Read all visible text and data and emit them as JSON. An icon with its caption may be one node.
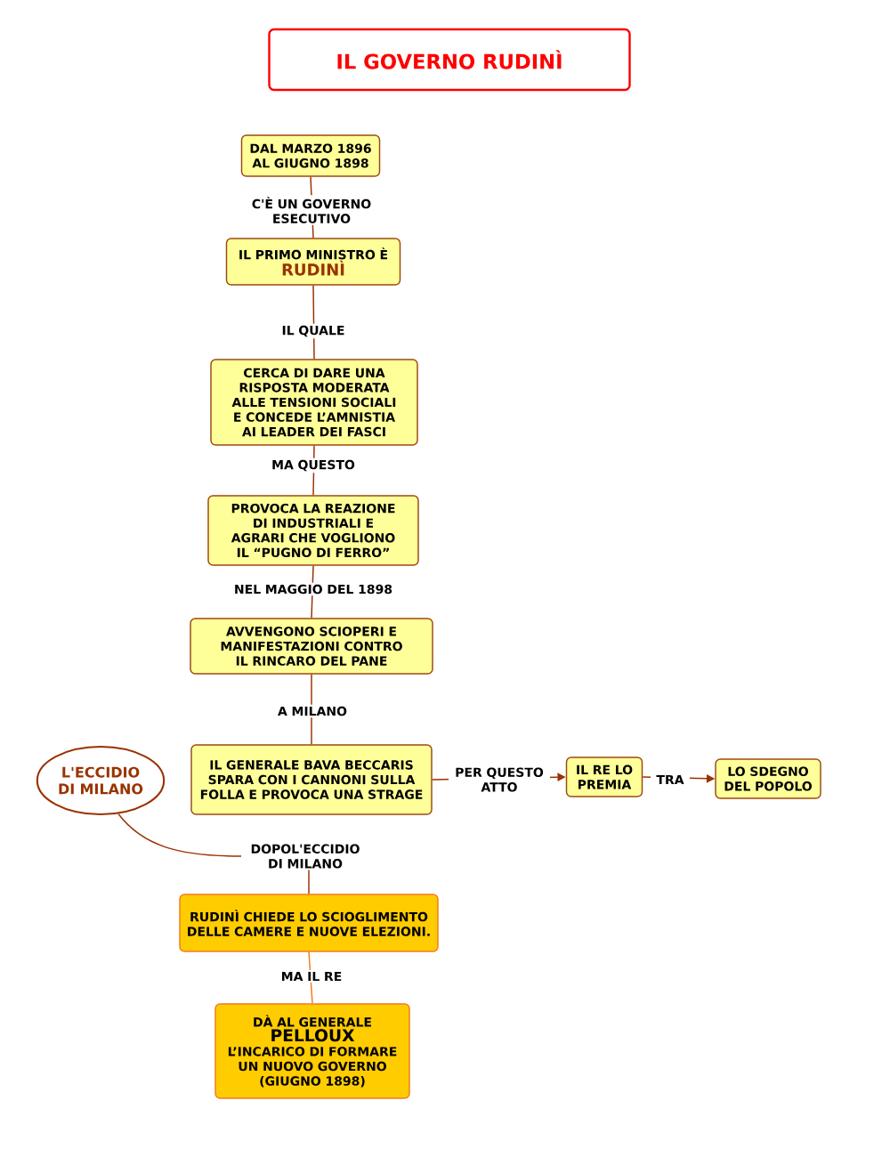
{
  "diagram": {
    "title": "IL GOVERNO RUDINÌ",
    "nodes": [
      {
        "text": [
          "DAL MARZO 1896 AL GIUGNO 1898"
        ]
      },
      {
        "text": [
          "IL PRIMO MINISTRO È",
          "RUDINÌ"
        ]
      },
      {
        "text": [
          "CERCA DI DARE UNA RISPOSTA MODERATA ALLE TENSIONI SOCIALI E CONCEDE L’AMNISTIA AI LEADER DEI FASCI"
        ]
      },
      {
        "text": [
          "PROVOCA LA REAZIONE DI INDUSTRIALI E AGRARI CHE VOGLIONO IL “PUGNO DI FERRO”"
        ]
      },
      {
        "text": [
          "AVVENGONO SCIOPERI E MANIFESTAZIONI CONTRO IL RINCARO DEL PANE"
        ]
      },
      {
        "text": [
          "IL GENERALE BAVA BECCARIS SPARA CON I CANNONI SULLA FOLLA E PROVOCA UNA STRAGE"
        ]
      },
      {
        "text": [
          "IL RE LO PREMIA"
        ]
      },
      {
        "text": [
          "LO SDEGNO DEL POPOLO"
        ]
      },
      {
        "text": [
          "L'ECCIDIO DI MILANO"
        ]
      },
      {
        "text": [
          "RUDINÌ CHIEDE LO SCIOGLIMENTO DELLE CAMERE E NUOVE ELEZIONI."
        ]
      },
      {
        "text": [
          "DÀ AL GENERALE",
          "PELLOUX",
          "L’INCARICO DI FORMARE UN NUOVO GOVERNO (GIUGNO 1898)"
        ]
      }
    ],
    "edges": [
      {
        "from": 0,
        "to": 1,
        "arrow": "none",
        "label": "C'È UN GOVERNO ESECUTIVO"
      },
      {
        "from": 1,
        "to": 2,
        "arrow": "none",
        "label": "IL QUALE"
      },
      {
        "from": 2,
        "to": 3,
        "arrow": "none",
        "label": "MA QUESTO"
      },
      {
        "from": 3,
        "to": 4,
        "arrow": "none",
        "label": "NEL MAGGIO DEL 1898"
      },
      {
        "from": 4,
        "to": 5,
        "arrow": "none",
        "label": "A MILANO"
      },
      {
        "from": 5,
        "to": 6,
        "arrow": "to",
        "label": "PER QUESTO ATTO"
      },
      {
        "from": 6,
        "to": 7,
        "arrow": "to",
        "label": "TRA"
      },
      {
        "from": 8,
        "to": 9,
        "arrow": "none",
        "label": "DOPOL'ECCIDIO DI MILANO"
      },
      {
        "from": 9,
        "to": 10,
        "arrow": "none",
        "label": "MA IL RE",
        "color": "#f47a20"
      }
    ]
  }
}
